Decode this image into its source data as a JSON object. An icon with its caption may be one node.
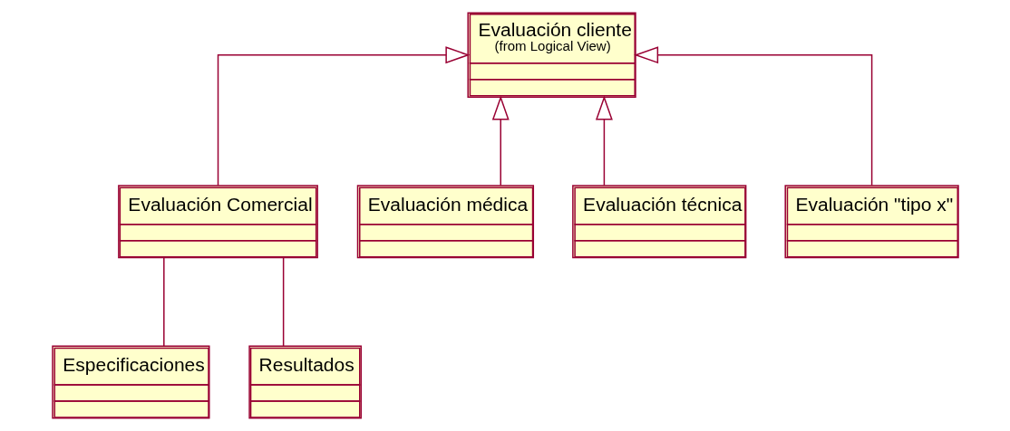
{
  "diagram": {
    "nodes": [
      {
        "text": [
          "Evaluación cliente",
          "(from Logical View)"
        ]
      },
      {
        "text": [
          "Evaluación Comercial"
        ]
      },
      {
        "text": [
          "Evaluación médica"
        ]
      },
      {
        "text": [
          "Evaluación técnica"
        ]
      },
      {
        "text": [
          "Evaluación \"tipo x\""
        ]
      },
      {
        "text": [
          "Especificaciones"
        ]
      },
      {
        "text": [
          "Resultados"
        ]
      }
    ],
    "edges": [
      {
        "from": 1,
        "to": 0,
        "arrow": "to"
      },
      {
        "from": 2,
        "to": 0,
        "arrow": "to"
      },
      {
        "from": 3,
        "to": 0,
        "arrow": "to"
      },
      {
        "from": 4,
        "to": 0,
        "arrow": "to"
      },
      {
        "from": 1,
        "to": 5,
        "arrow": "none"
      },
      {
        "from": 1,
        "to": 6,
        "arrow": "none"
      }
    ]
  }
}
